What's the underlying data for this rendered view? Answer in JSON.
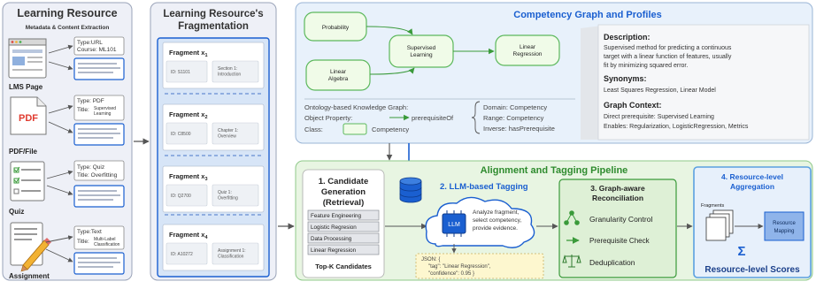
{
  "resources": {
    "title": "Learning Resource",
    "subtitle": "Metadata & Content Extraction",
    "items": [
      {
        "caption": "LMS Page",
        "meta": [
          "Type:URL",
          "Course: ML101"
        ]
      },
      {
        "caption": "PDF/File",
        "meta": [
          "Type: PDF",
          "Title:",
          "Supervised",
          "Learning"
        ],
        "icon_text": "PDF"
      },
      {
        "caption": "Quiz",
        "meta": [
          "Type: Quiz",
          "Title: Overfitting"
        ]
      },
      {
        "caption": "Assignment",
        "meta": [
          "Type:Text",
          "Title:",
          "Multi-Label",
          "Classification"
        ]
      }
    ]
  },
  "fragmentation": {
    "title_line1": "Learning Resource's",
    "title_line2": "Fragmentation",
    "fragments": [
      {
        "label": "Fragment x",
        "sub": "1",
        "id": "ID: S1101",
        "section": [
          "Section 1:",
          "Introduction"
        ]
      },
      {
        "label": "Fragment x",
        "sub": "2",
        "id": "ID: C8500",
        "section": [
          "Chapter 1:",
          "Overview"
        ]
      },
      {
        "label": "Fragment x",
        "sub": "3",
        "id": "ID: Q2700",
        "section": [
          "Quiz 1:",
          "Overfitting"
        ]
      },
      {
        "label": "Fragment x",
        "sub": "4",
        "id": "ID: A10272",
        "section": [
          "Assignment 1:",
          "Classification"
        ]
      }
    ]
  },
  "graph": {
    "title": "Competency Graph and Profiles",
    "nodes": {
      "probability": "Probability",
      "supervised": [
        "Supervised",
        "Learning"
      ],
      "linear_regression": [
        "Linear",
        "Regression"
      ],
      "linear_algebra": [
        "Linear",
        "Algebra"
      ]
    },
    "ontology": {
      "heading": "Ontology-based Knowledge Graph:",
      "object_property_label": "Object Property:",
      "object_property_value": "prerequisiteOf",
      "class_label": "Class:",
      "class_value": "Competency",
      "domain": "Domain: Competency",
      "range": "Range: Competency",
      "inverse": "Inverse: hasPrerequisite"
    },
    "profile": {
      "description_heading": "Description:",
      "description_lines": [
        "Supervised method for predicting a continuous",
        "target with a linear function of features, usually",
        "fit by minimizing squared error."
      ],
      "synonyms_heading": "Synonyms:",
      "synonyms": "Least Squares Regression, Linear Model",
      "context_heading": "Graph Context:",
      "context_lines": [
        "Direct prerequisite: Supervised Learning",
        "Enables: Regularization, LogisticRegression, Metrics"
      ]
    }
  },
  "pipeline": {
    "title": "Alignment and Tagging Pipeline",
    "candidate": {
      "title_lines": [
        "1. Candidate",
        "Generation",
        "(Retrieval)"
      ],
      "items": [
        "Feature Engineering",
        "Logistic Regresion",
        "Data Processing",
        "Linear Regression"
      ],
      "footer": "Top-K Candidates"
    },
    "llm": {
      "title": "2. LLM-based Tagging",
      "chip": "LLM",
      "bubble_lines": [
        "Analyze fragment,",
        "select competency,",
        "provide evidence."
      ],
      "json_lines": [
        "JSON: {",
        "\"tag\": \"Linear Regression\",",
        "\"confidence\": 0.95 }"
      ]
    },
    "reconciliation": {
      "title_lines": [
        "3. Graph-aware",
        "Reconciliation"
      ],
      "items": [
        "Granularity Control",
        "Prerequisite Check",
        "Deduplication"
      ]
    },
    "aggregation": {
      "title_lines": [
        "4. Resource-level",
        "Aggregation"
      ],
      "fragments_label": "Fragments",
      "mapping_lines": [
        "Resource",
        "Mapping"
      ],
      "sigma": "Σ",
      "footer": "Resource-level Scores"
    }
  }
}
